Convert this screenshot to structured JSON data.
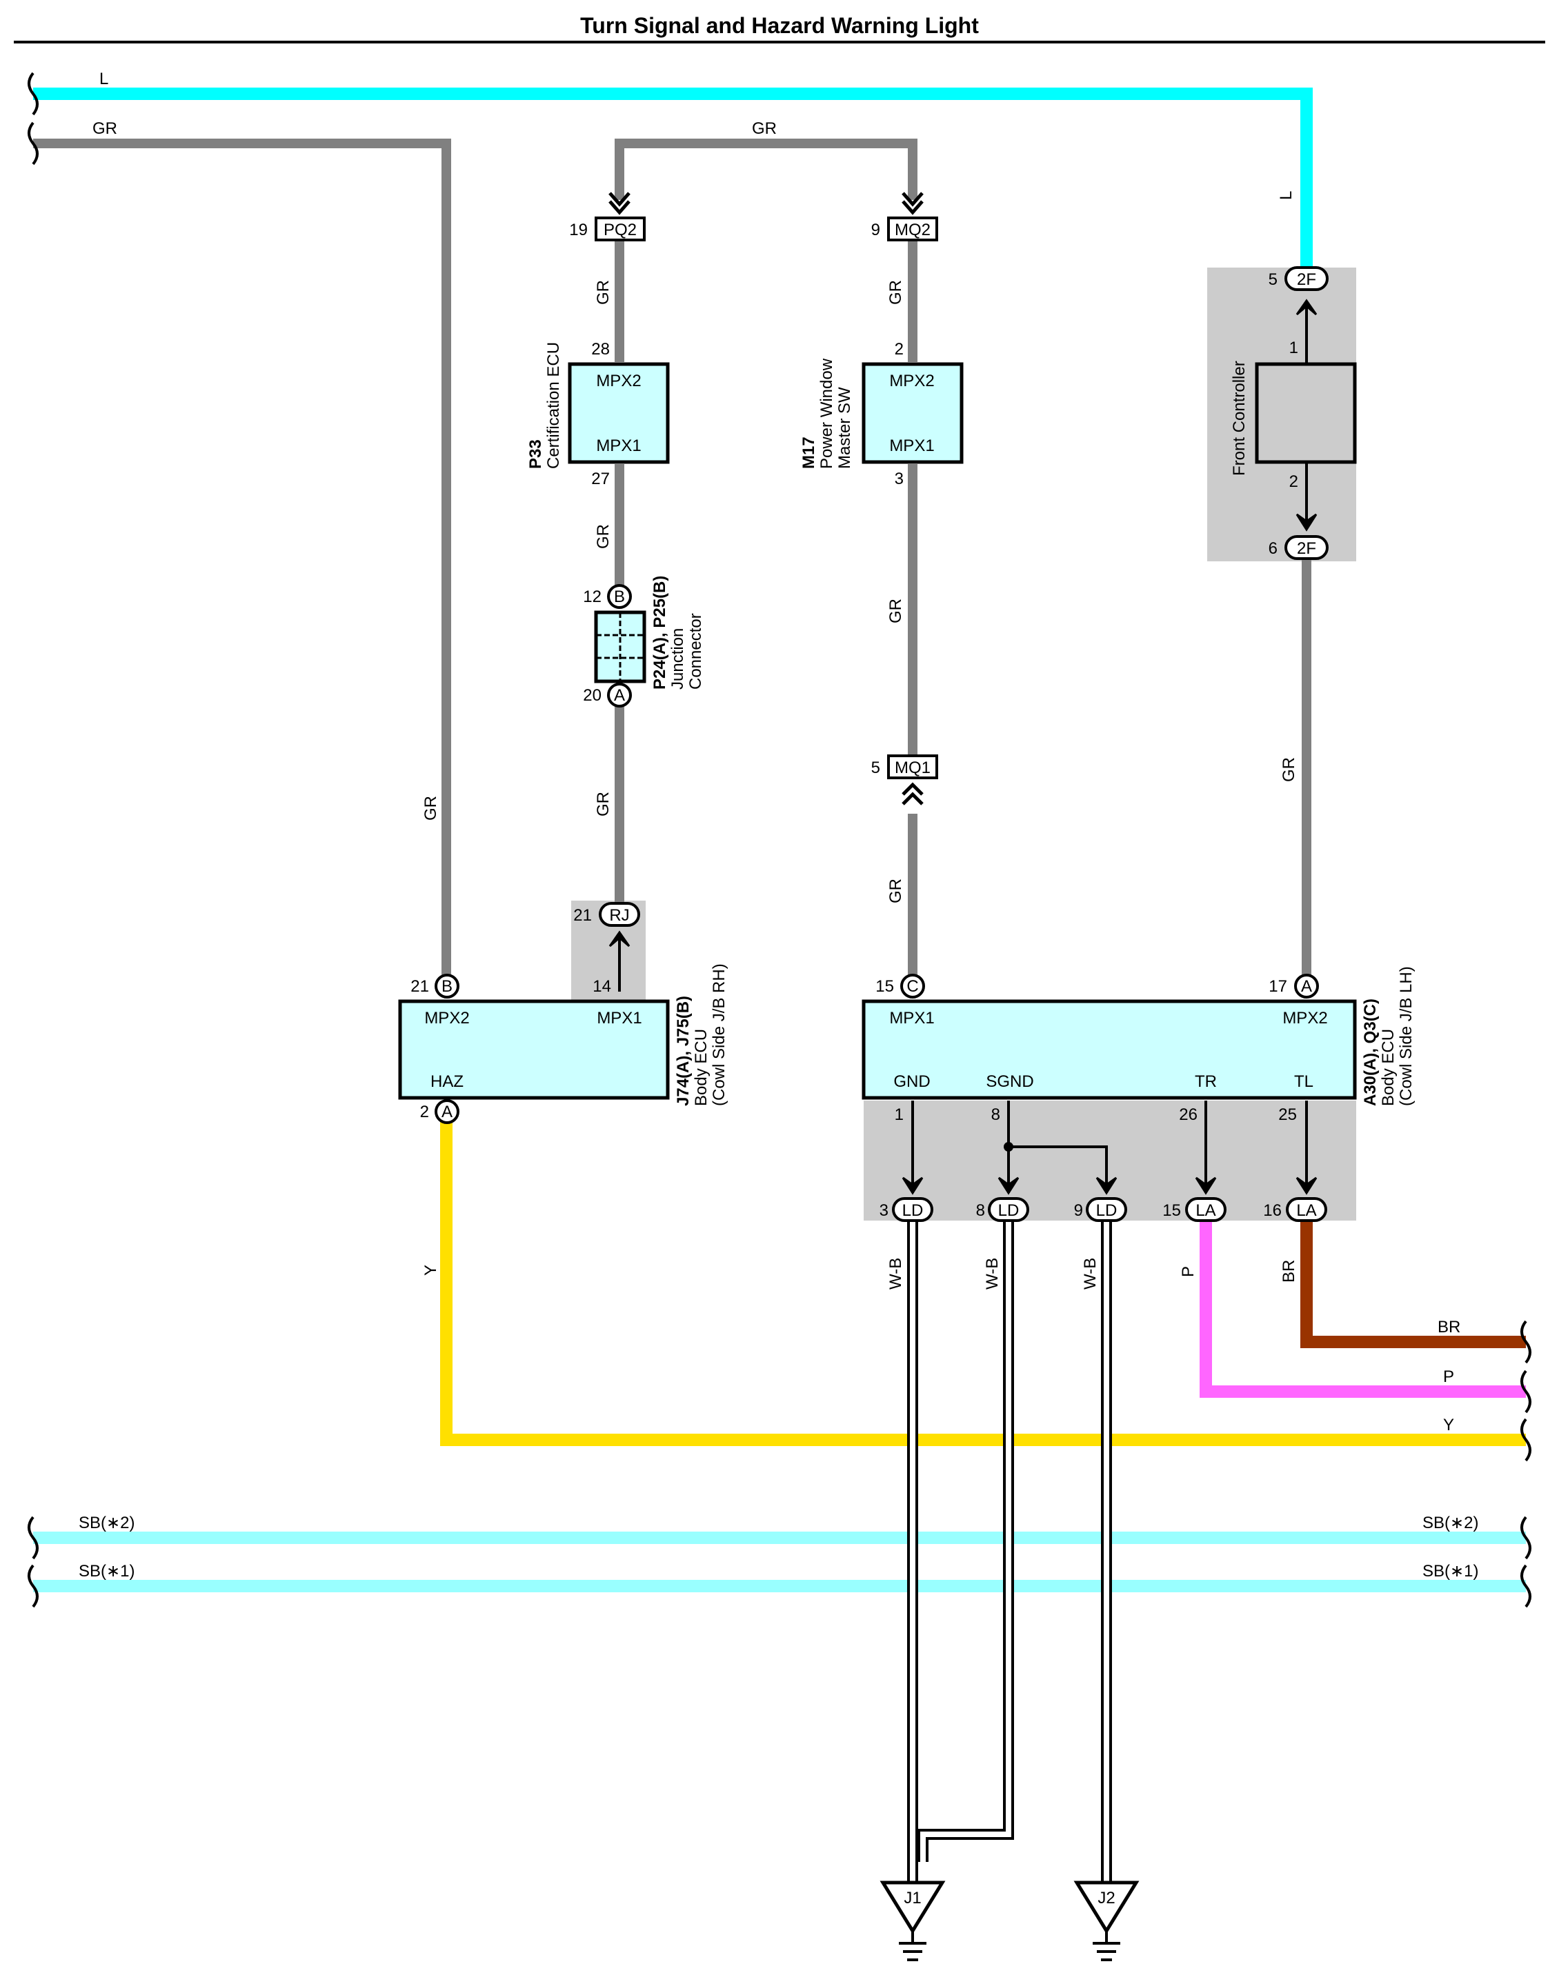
{
  "title": "Turn Signal and Hazard Warning Light",
  "colors": {
    "gr": "#808080",
    "l": "#00ffff",
    "sb": "#99ffff",
    "y": "#ffe000",
    "p": "#ff66ff",
    "br": "#993300",
    "box": "#ccffff",
    "shade": "#cccccc"
  },
  "wires": {
    "l": "L",
    "gr": "GR",
    "y": "Y",
    "p": "P",
    "br": "BR",
    "wb": "W-B",
    "sb2": "SB(∗2)",
    "sb1": "SB(∗1)"
  },
  "components": {
    "certification_ecu": {
      "code": "P33",
      "name": "Certification ECU",
      "pin_top_label": "MPX2",
      "pin_bottom_label": "MPX1",
      "pin_top": "28",
      "pin_bottom": "27"
    },
    "power_window_sw": {
      "code": "M17",
      "name_line1": "Power Window",
      "name_line2": "Master SW",
      "pin_top_label": "MPX2",
      "pin_bottom_label": "MPX1",
      "pin_top": "2",
      "pin_bottom": "3"
    },
    "front_controller": {
      "name": "Front Controller",
      "pin_top": "1",
      "pin_bottom": "2"
    },
    "junction_connector": {
      "code": "P24(A), P25(B)",
      "name_line1": "Junction",
      "name_line2": "Connector",
      "pin_top": "12",
      "pin_top_letter": "B",
      "pin_bottom": "20",
      "pin_bottom_letter": "A"
    },
    "body_ecu_rh": {
      "code": "J74(A), J75(B)",
      "name_line1": "Body ECU",
      "name_line2": "(Cowl Side J/B RH)",
      "label_mpx2": "MPX2",
      "label_mpx1": "MPX1",
      "label_haz": "HAZ",
      "pin_mpx2": "21",
      "pin_mpx2_letter": "B",
      "pin_mpx1": "14",
      "pin_haz": "2",
      "pin_haz_letter": "A"
    },
    "body_ecu_lh": {
      "code": "A30(A), Q3(C)",
      "name_line1": "Body ECU",
      "name_line2": "(Cowl Side J/B LH)",
      "label_mpx1": "MPX1",
      "label_mpx2": "MPX2",
      "label_gnd": "GND",
      "label_sgnd": "SGND",
      "label_tr": "TR",
      "label_tl": "TL",
      "pin_mpx1": "15",
      "pin_mpx1_letter": "C",
      "pin_mpx2": "17",
      "pin_mpx2_letter": "A",
      "pin_gnd": "1",
      "pin_sgnd": "8",
      "pin_tr": "26",
      "pin_tl": "25"
    }
  },
  "connectors": {
    "pq2": {
      "pin": "19",
      "name": "PQ2"
    },
    "mq2": {
      "pin": "9",
      "name": "MQ2"
    },
    "mq1": {
      "pin": "5",
      "name": "MQ1"
    },
    "f2_top": {
      "pin": "5",
      "name": "2F"
    },
    "f2_bottom": {
      "pin": "6",
      "name": "2F"
    },
    "rj": {
      "pin": "21",
      "name": "RJ"
    },
    "ld3": {
      "pin": "3",
      "name": "LD"
    },
    "ld8": {
      "pin": "8",
      "name": "LD"
    },
    "ld9": {
      "pin": "9",
      "name": "LD"
    },
    "la15": {
      "pin": "15",
      "name": "LA"
    },
    "la16": {
      "pin": "16",
      "name": "LA"
    }
  },
  "grounds": {
    "j1": "J1",
    "j2": "J2"
  }
}
